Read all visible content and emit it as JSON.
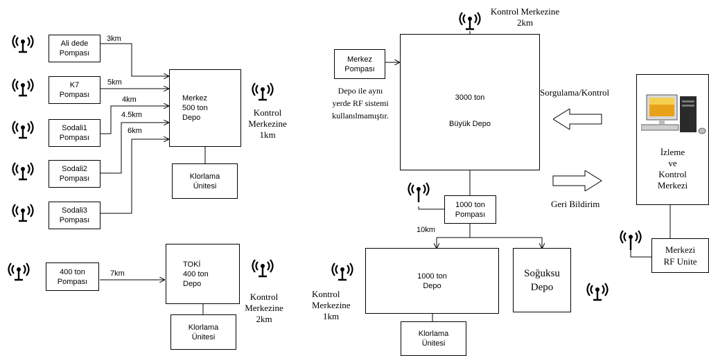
{
  "left_pumps": [
    {
      "name_1": "Ali dede",
      "name_2": "Pompası",
      "distance": "3km"
    },
    {
      "name_1": "K7",
      "name_2": "Pompası",
      "distance": "5km"
    },
    {
      "name_1": "Sodali1",
      "name_2": "Pompası",
      "distance": "4km"
    },
    {
      "name_1": "Sodali2",
      "name_2": "Pompası",
      "distance": "4.5km"
    },
    {
      "name_1": "Sodali3",
      "name_2": "Pompası",
      "distance": "6km"
    }
  ],
  "merkez_depo": {
    "line_1": "Merkez",
    "line_2": "500 ton",
    "line_3": "Depo"
  },
  "merkez_control": {
    "line_1": "Kontrol",
    "line_2": "Merkezine",
    "line_3": "1km"
  },
  "klorlama_1": {
    "line_1": "Klorlama",
    "line_2": "Ünitesi"
  },
  "toki_pump": {
    "line_1": "400 ton",
    "line_2": "Pompası",
    "distance": "7km"
  },
  "toki_depo": {
    "line_1": "TOKİ",
    "line_2": "400 ton",
    "line_3": "Depo"
  },
  "toki_control": {
    "line_1": "Kontrol",
    "line_2": "Merkezine",
    "line_3": "2km"
  },
  "klorlama_2": {
    "line_1": "Klorlama",
    "line_2": "Ünitesi"
  },
  "merkez_pompasi": {
    "line_1": "Merkez",
    "line_2": "Pompası"
  },
  "note": {
    "line_1": "Depo ile aynı",
    "line_2": "yerde RF sistemi",
    "line_3": "kullanılmamıştır."
  },
  "buyuk_depo": {
    "line_1": "3000 ton",
    "line_2": "Büyük Depo"
  },
  "top_control": {
    "line_1": "Kontrol Merkezine",
    "line_2": "2km"
  },
  "pump_1000": {
    "line_1": "1000 ton",
    "line_2": "Pompası"
  },
  "branch_distance": "10km",
  "depo_1000": {
    "line_1": "1000 ton",
    "line_2": "Depo"
  },
  "depo_1000_control": {
    "line_1": "Kontrol",
    "line_2": "Merkezine",
    "line_3": "1km"
  },
  "klorlama_3": {
    "line_1": "Klorlama",
    "line_2": "Ünitesi"
  },
  "soguksu": {
    "line_1": "Soğuksu",
    "line_2": "Depo"
  },
  "sorgulama": "Sorgulama/Kontrol",
  "geri_bildirim": "Geri Bildirim",
  "izleme": {
    "line_1": "İzleme",
    "line_2": "ve",
    "line_3": "Kontrol",
    "line_4": "Merkezi"
  },
  "rf_unit": {
    "line_1": "Merkezi",
    "line_2": "RF Unite"
  },
  "icons": {
    "antenna": "antenna-icon",
    "computer": "computer-icon"
  }
}
